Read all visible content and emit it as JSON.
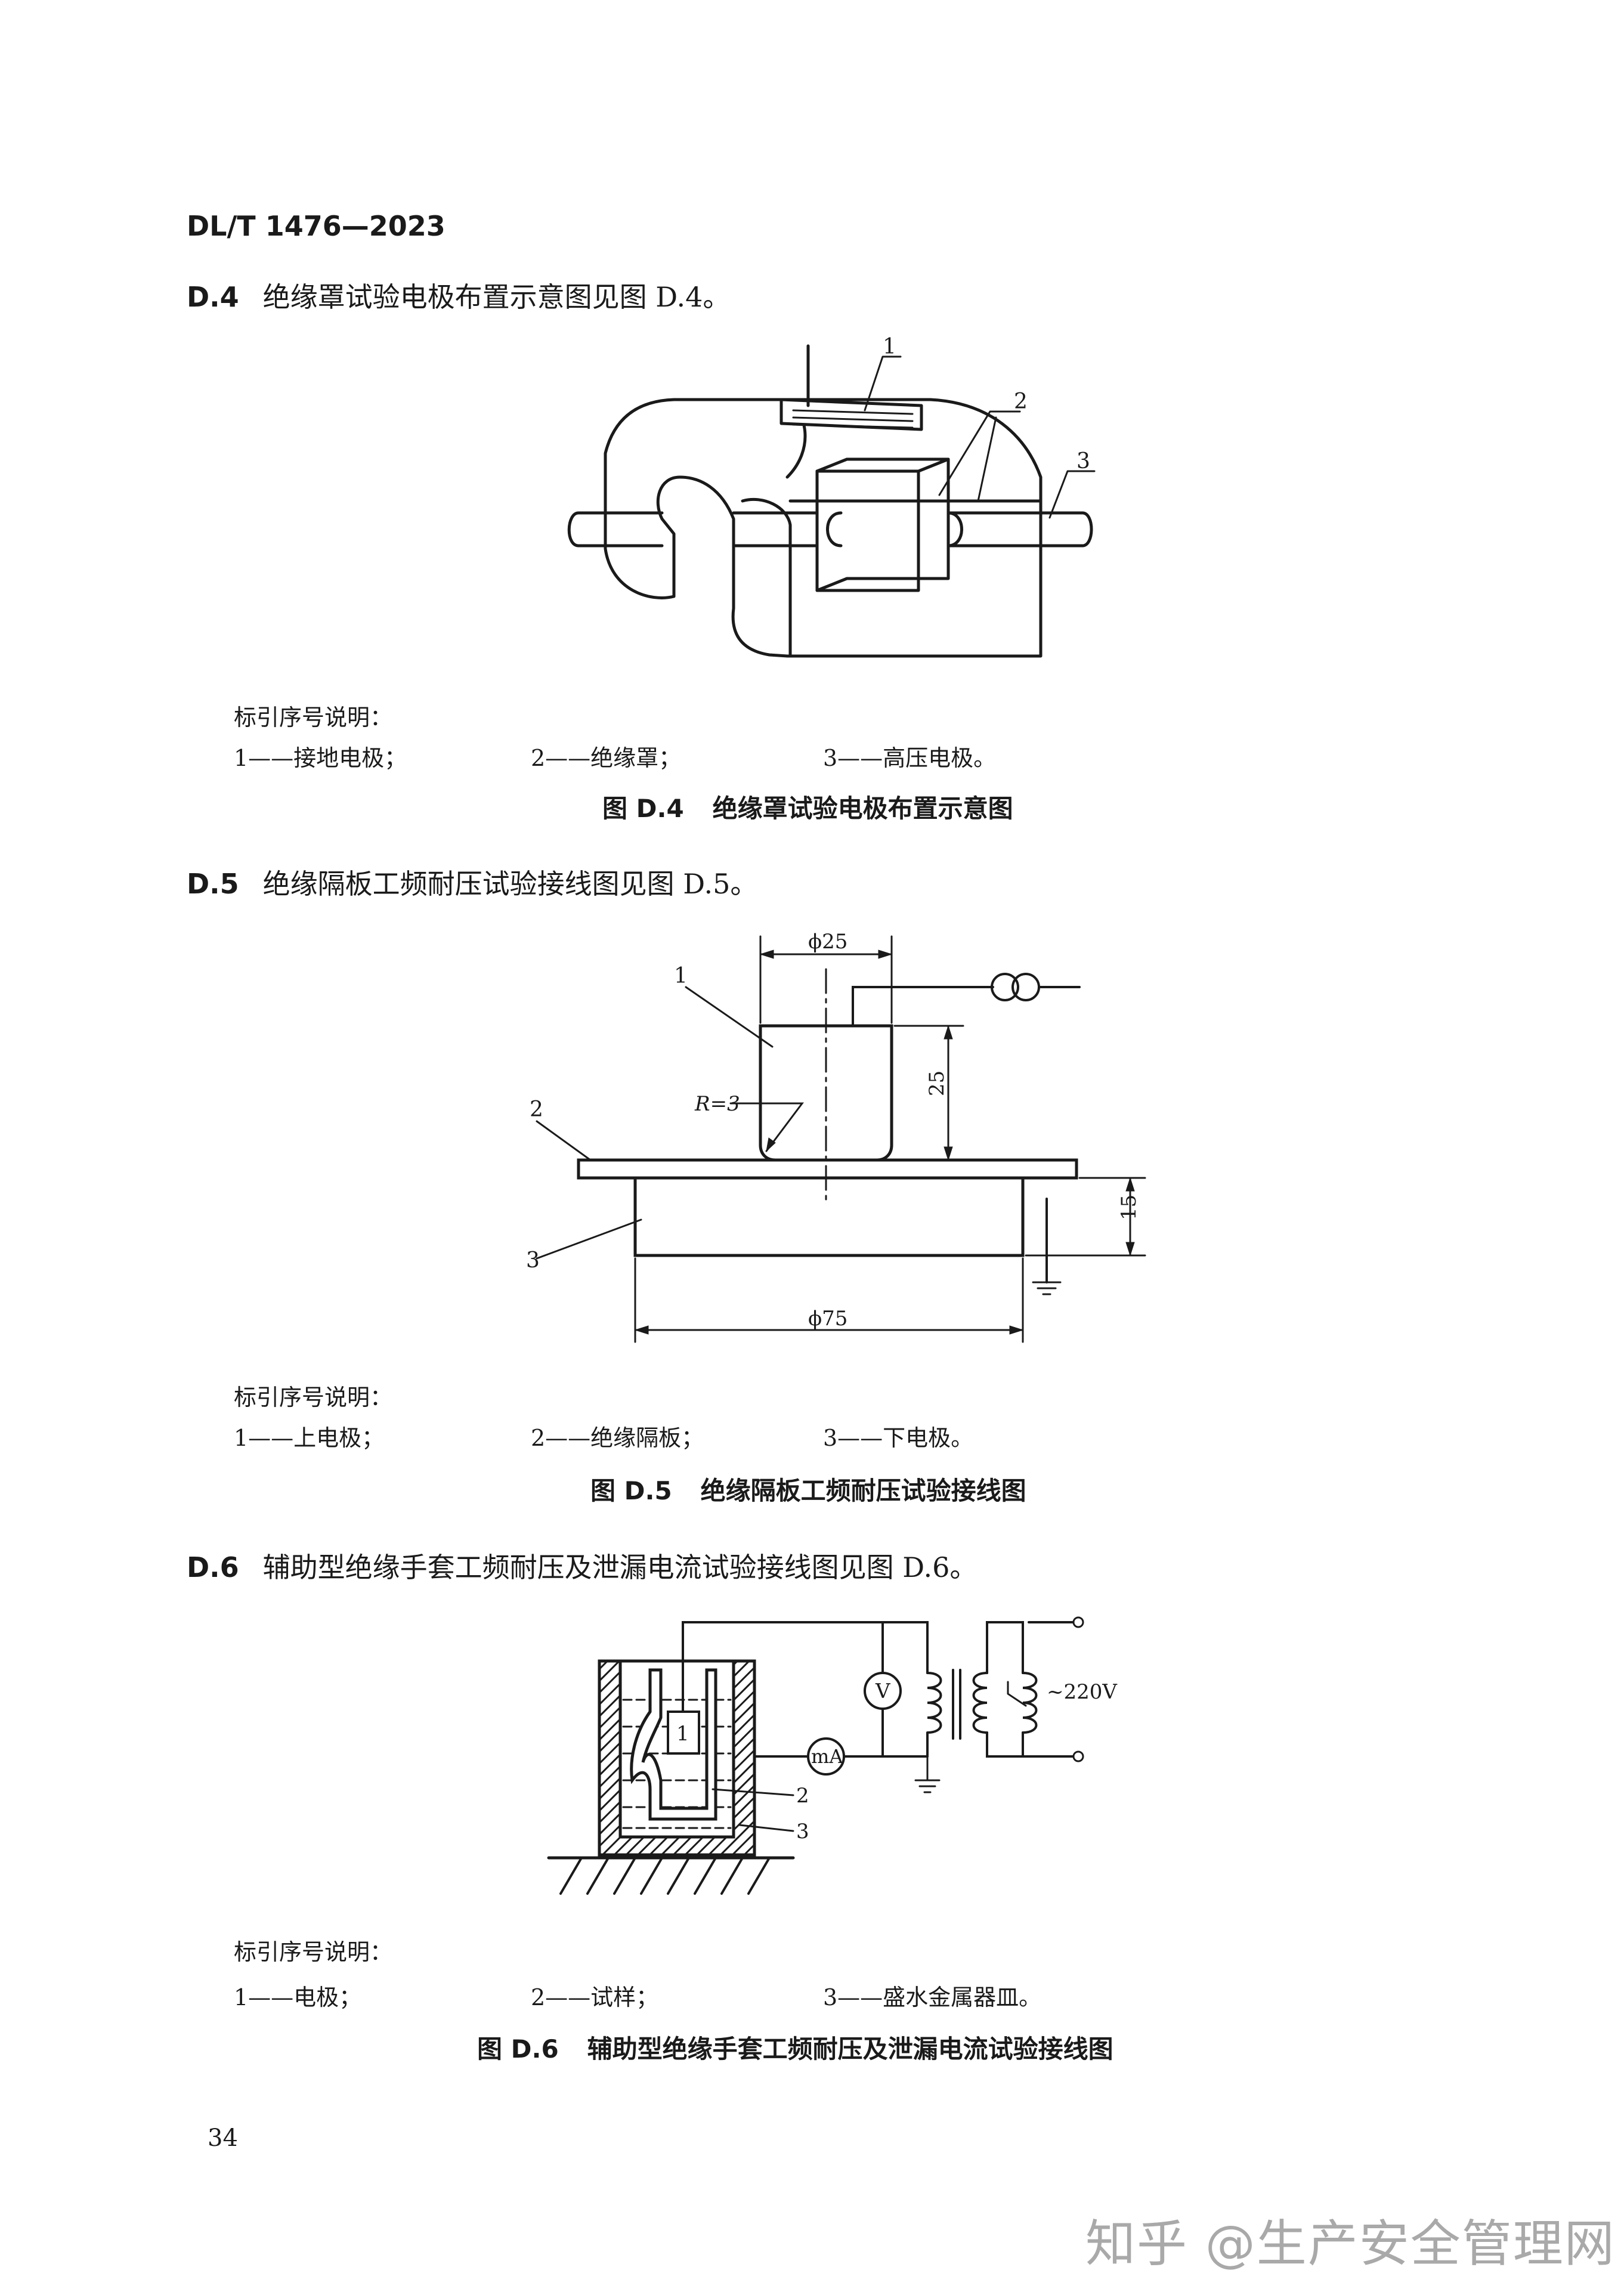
{
  "header": {
    "standard_number": "DL/T 1476—2023"
  },
  "clauses": [
    {
      "number": "D.4",
      "text": "绝缘罩试验电极布置示意图见图 D.4。"
    },
    {
      "number": "D.5",
      "text": "绝缘隔板工频耐压试验接线图见图 D.5。"
    },
    {
      "number": "D.6",
      "text": "辅助型绝缘手套工频耐压及泄漏电流试验接线图见图 D.6。"
    }
  ],
  "figures": [
    {
      "number": "图 D.4",
      "title": "绝缘罩试验电极布置示意图",
      "callouts": [
        "1",
        "2",
        "3"
      ],
      "legend_title": "标引序号说明：",
      "legend": [
        "1——接地电极；",
        "2——绝缘罩；",
        "3——高压电极。"
      ]
    },
    {
      "number": "图 D.5",
      "title": "绝缘隔板工频耐压试验接线图",
      "callouts": [
        "1",
        "2",
        "3"
      ],
      "dimensions": {
        "top_diameter": "ϕ25",
        "height": "25",
        "radius": "R=3",
        "thickness": "15",
        "bottom_diameter": "ϕ75"
      },
      "legend_title": "标引序号说明：",
      "legend": [
        "1——上电极；",
        "2——绝缘隔板；",
        "3——下电极。"
      ]
    },
    {
      "number": "图 D.6",
      "title": "辅助型绝缘手套工频耐压及泄漏电流试验接线图",
      "callouts": [
        "1",
        "2",
        "3"
      ],
      "meters": {
        "voltmeter": "V",
        "ammeter": "mA"
      },
      "supply": "~220V",
      "legend_title": "标引序号说明：",
      "legend": [
        "1——电极；",
        "2——试样；",
        "3——盛水金属器皿。"
      ]
    }
  ],
  "page_number": "34",
  "watermark": "知乎 @生产安全管理网"
}
